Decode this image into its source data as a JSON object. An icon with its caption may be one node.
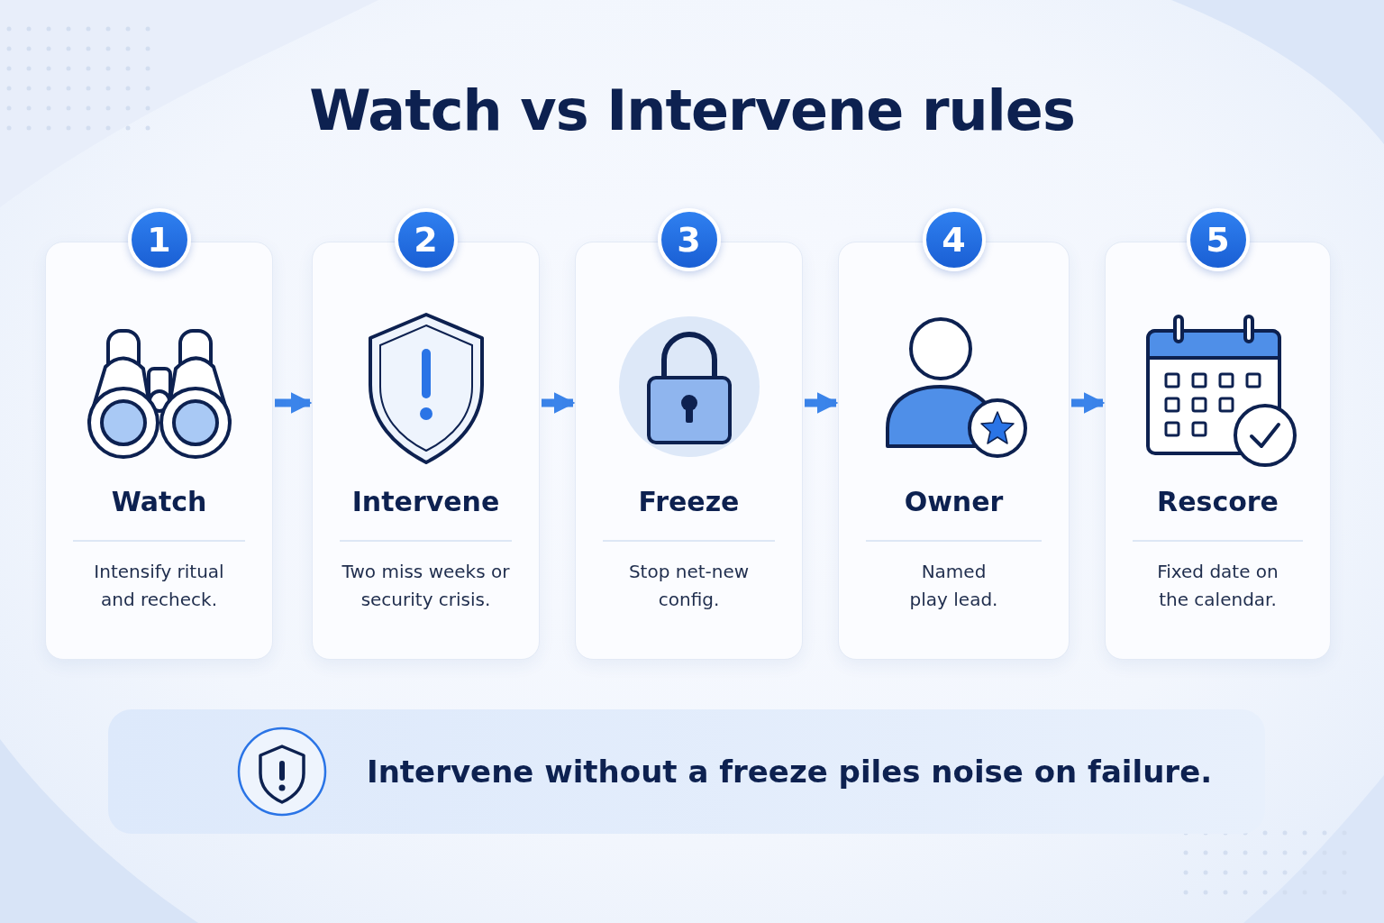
{
  "diagram": {
    "title": "Watch vs Intervene rules",
    "nodes": [
      {
        "text": [
          "1",
          "Watch",
          "Intensify ritual and recheck."
        ]
      },
      {
        "text": [
          "2",
          "Intervene",
          "Two miss weeks or security crisis."
        ]
      },
      {
        "text": [
          "3",
          "Freeze",
          "Stop net-new config."
        ]
      },
      {
        "text": [
          "4",
          "Owner",
          "Named play lead."
        ]
      },
      {
        "text": [
          "5",
          "Rescore",
          "Fixed date on the calendar."
        ]
      },
      {
        "text": [
          "Intervene without a freeze piles noise on failure."
        ]
      }
    ],
    "edges": [
      {
        "from": 0,
        "to": 1,
        "arrow": "to"
      },
      {
        "from": 1,
        "to": 2,
        "arrow": "to"
      },
      {
        "from": 2,
        "to": 3,
        "arrow": "to"
      },
      {
        "from": 3,
        "to": 4,
        "arrow": "to"
      }
    ]
  }
}
